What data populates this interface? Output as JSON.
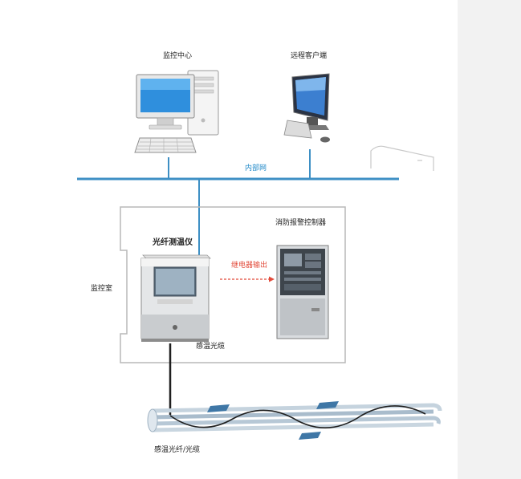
{
  "labels": {
    "monitoring_center": "监控中心",
    "remote_client": "远程客户端",
    "intranet": "内部网",
    "monitoring_room": "监控室",
    "fiber_thermometer": "光纤测温仪",
    "fire_alarm_controller": "消防报警控制器",
    "relay_output": "继电器输出",
    "sensing_cable": "感温光缆",
    "sensing_fiber_cable": "感温光纤/光缆"
  },
  "colors": {
    "network_line": "#3d8fc4",
    "relay_arrow": "#e24b3b",
    "room_border": "#b8b8b8",
    "right_panel": "#f2f2f2"
  },
  "icons": {
    "desktop_computer": "desktop-computer-icon",
    "remote_workstation": "remote-workstation-icon",
    "fiber_thermometer_unit": "fiber-thermometer-device",
    "fire_alarm_cabinet": "fire-alarm-cabinet",
    "cable_tunnel": "cable-tunnel-graphic"
  }
}
